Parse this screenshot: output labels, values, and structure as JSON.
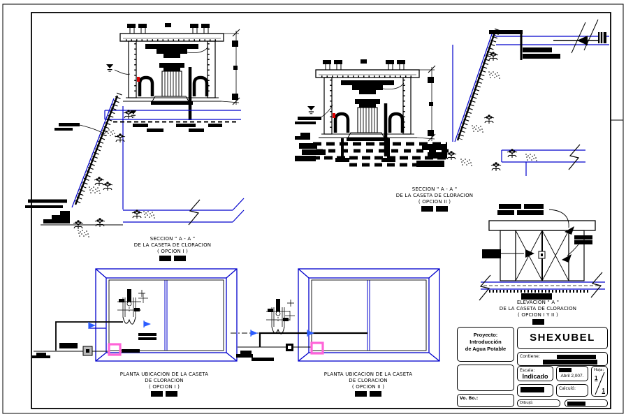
{
  "drawing": {
    "titles": {
      "section_opt1": {
        "l1": "SECCION \" A - A \"",
        "l2": "DE LA CASETA DE CLORACION",
        "l3": "( OPCION I )"
      },
      "section_opt2": {
        "l1": "SECCION \" A - A \"",
        "l2": "DE LA CASETA DE CLORACION",
        "l3": "( OPCION II )"
      },
      "elevation": {
        "l1": "ELEVACION \" A \"",
        "l2": "DE LA CASETA DE CLORACION",
        "l3": "( OPCION I Y II )"
      },
      "plan_opt1": {
        "l1": "PLANTA UBICACION DE LA CASETA",
        "l2": "DE CLORACION",
        "l3": "( OPCION I )"
      },
      "plan_opt2": {
        "l1": "PLANTA UBICACION DE LA CASETA",
        "l2": "DE CLORACION",
        "l3": "( OPCION II )"
      }
    },
    "colors": {
      "line_blue": "#0000cc",
      "accent_magenta": "#ff64d8",
      "accent_red": "#e00000",
      "arrow_blue": "#2b5cff",
      "line_black": "#000000"
    }
  },
  "titleblock": {
    "project_label": "Proyecto:",
    "project_line1": "Introducción",
    "project_line2": "de Agua Potable",
    "company": "SHEXUBEL",
    "contains_label": "Contiene:",
    "scale_label": "Escala:",
    "scale_value": "Indicado",
    "date_value": "Abril 2,007.",
    "sheet_label": "Hoja:",
    "sheet_number": "1",
    "sheet_total": "1",
    "calculated_label": "Calculó:",
    "approved_label": "Vo. Bo.:",
    "drew_label": "Dibujó:"
  }
}
